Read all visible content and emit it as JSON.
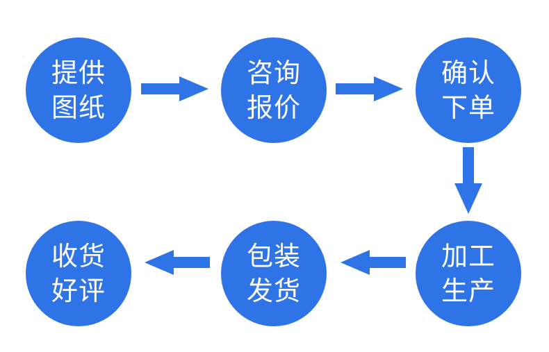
{
  "steps": [
    {
      "line1": "提供",
      "line2": "图纸"
    },
    {
      "line1": "咨询",
      "line2": "报价"
    },
    {
      "line1": "确认",
      "line2": "下单"
    },
    {
      "line1": "加工",
      "line2": "生产"
    },
    {
      "line1": "包装",
      "line2": "发货"
    },
    {
      "line1": "收货",
      "line2": "好评"
    }
  ],
  "colors": {
    "node_fill": "#2f74e6",
    "arrow_fill": "#2f74e6",
    "text": "#ffffff",
    "background": "#ffffff"
  }
}
